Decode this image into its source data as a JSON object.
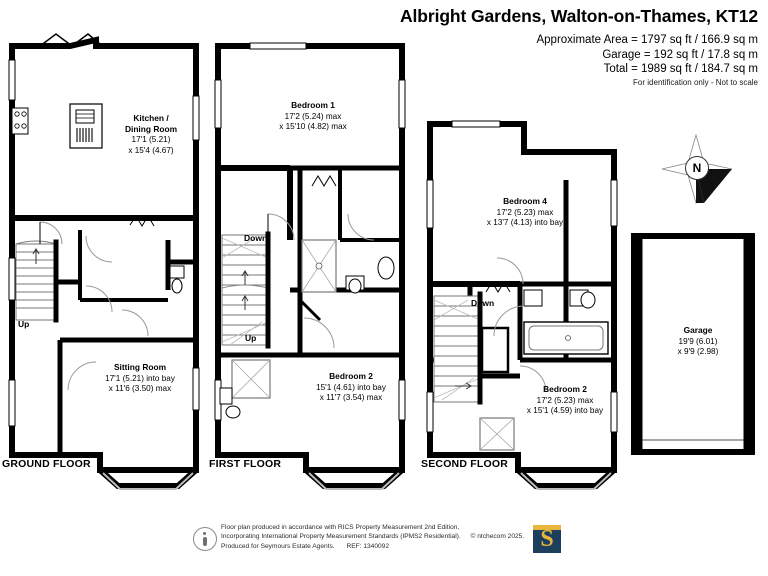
{
  "header": {
    "title": "Albright Gardens, Walton-on-Thames, KT12",
    "area_line1": "Approximate Area = 1797 sq ft / 166.9 sq m",
    "area_line2": "Garage = 192 sq ft / 17.8 sq m",
    "area_line3": "Total = 1989 sq ft / 184.7 sq m",
    "notice": "For identification only - Not to scale"
  },
  "compass": {
    "north_label": "N"
  },
  "floors": [
    {
      "key": "ground",
      "label": "GROUND FLOOR"
    },
    {
      "key": "first",
      "label": "FIRST FLOOR"
    },
    {
      "key": "second",
      "label": "SECOND FLOOR"
    }
  ],
  "rooms": [
    {
      "name": "Kitchen /\nDining Room",
      "name1": "Kitchen /",
      "name2": "Dining Room",
      "dim1": "17'1 (5.21)",
      "dim2": "x 15'4 (4.67)",
      "floor": "ground"
    },
    {
      "name1": "Sitting Room",
      "name2": "",
      "dim1": "17'1 (5.21) into bay",
      "dim2": "x 11'6 (3.50) max",
      "floor": "ground"
    },
    {
      "name1": "Bedroom 1",
      "name2": "",
      "dim1": "17'2 (5.24) max",
      "dim2": "x 15'10 (4.82) max",
      "floor": "first"
    },
    {
      "name1": "Bedroom 2",
      "name2": "",
      "dim1": "15'1 (4.61) into bay",
      "dim2": "x 11'7 (3.54) max",
      "floor": "first"
    },
    {
      "name1": "Bedroom 4",
      "name2": "",
      "dim1": "17'2 (5.23) max",
      "dim2": "x 13'7 (4.13) into bay",
      "floor": "second"
    },
    {
      "name1": "Bedroom 2",
      "name2": "",
      "dim1": "17'2 (5.23) max",
      "dim2": "x 15'1 (4.59) into bay",
      "floor": "second"
    },
    {
      "name1": "Garage",
      "name2": "",
      "dim1": "19'9 (6.01)",
      "dim2": "x 9'9 (2.98)",
      "floor": "garage"
    }
  ],
  "stairs": [
    {
      "label": "Up",
      "floor": "ground"
    },
    {
      "label": "Down",
      "floor": "first"
    },
    {
      "label": "Up",
      "floor": "first"
    },
    {
      "label": "Down",
      "floor": "second"
    }
  ],
  "footer": {
    "line1": "Floor plan produced in accordance with RICS Property Measurement 2nd Edition,",
    "line2": "Incorporating International Property Measurement Standards (IPMS2 Residential).",
    "copyright": "© ntchecom 2025.",
    "line3": "Produced for Seymours Estate Agents.",
    "ref": "REF: 1340092",
    "logo_letter": "S"
  },
  "colors": {
    "wall": "#000000",
    "thin": "#555555",
    "background": "#ffffff",
    "logo_bg": "#1d3f5e",
    "logo_fg": "#e8b63c"
  }
}
